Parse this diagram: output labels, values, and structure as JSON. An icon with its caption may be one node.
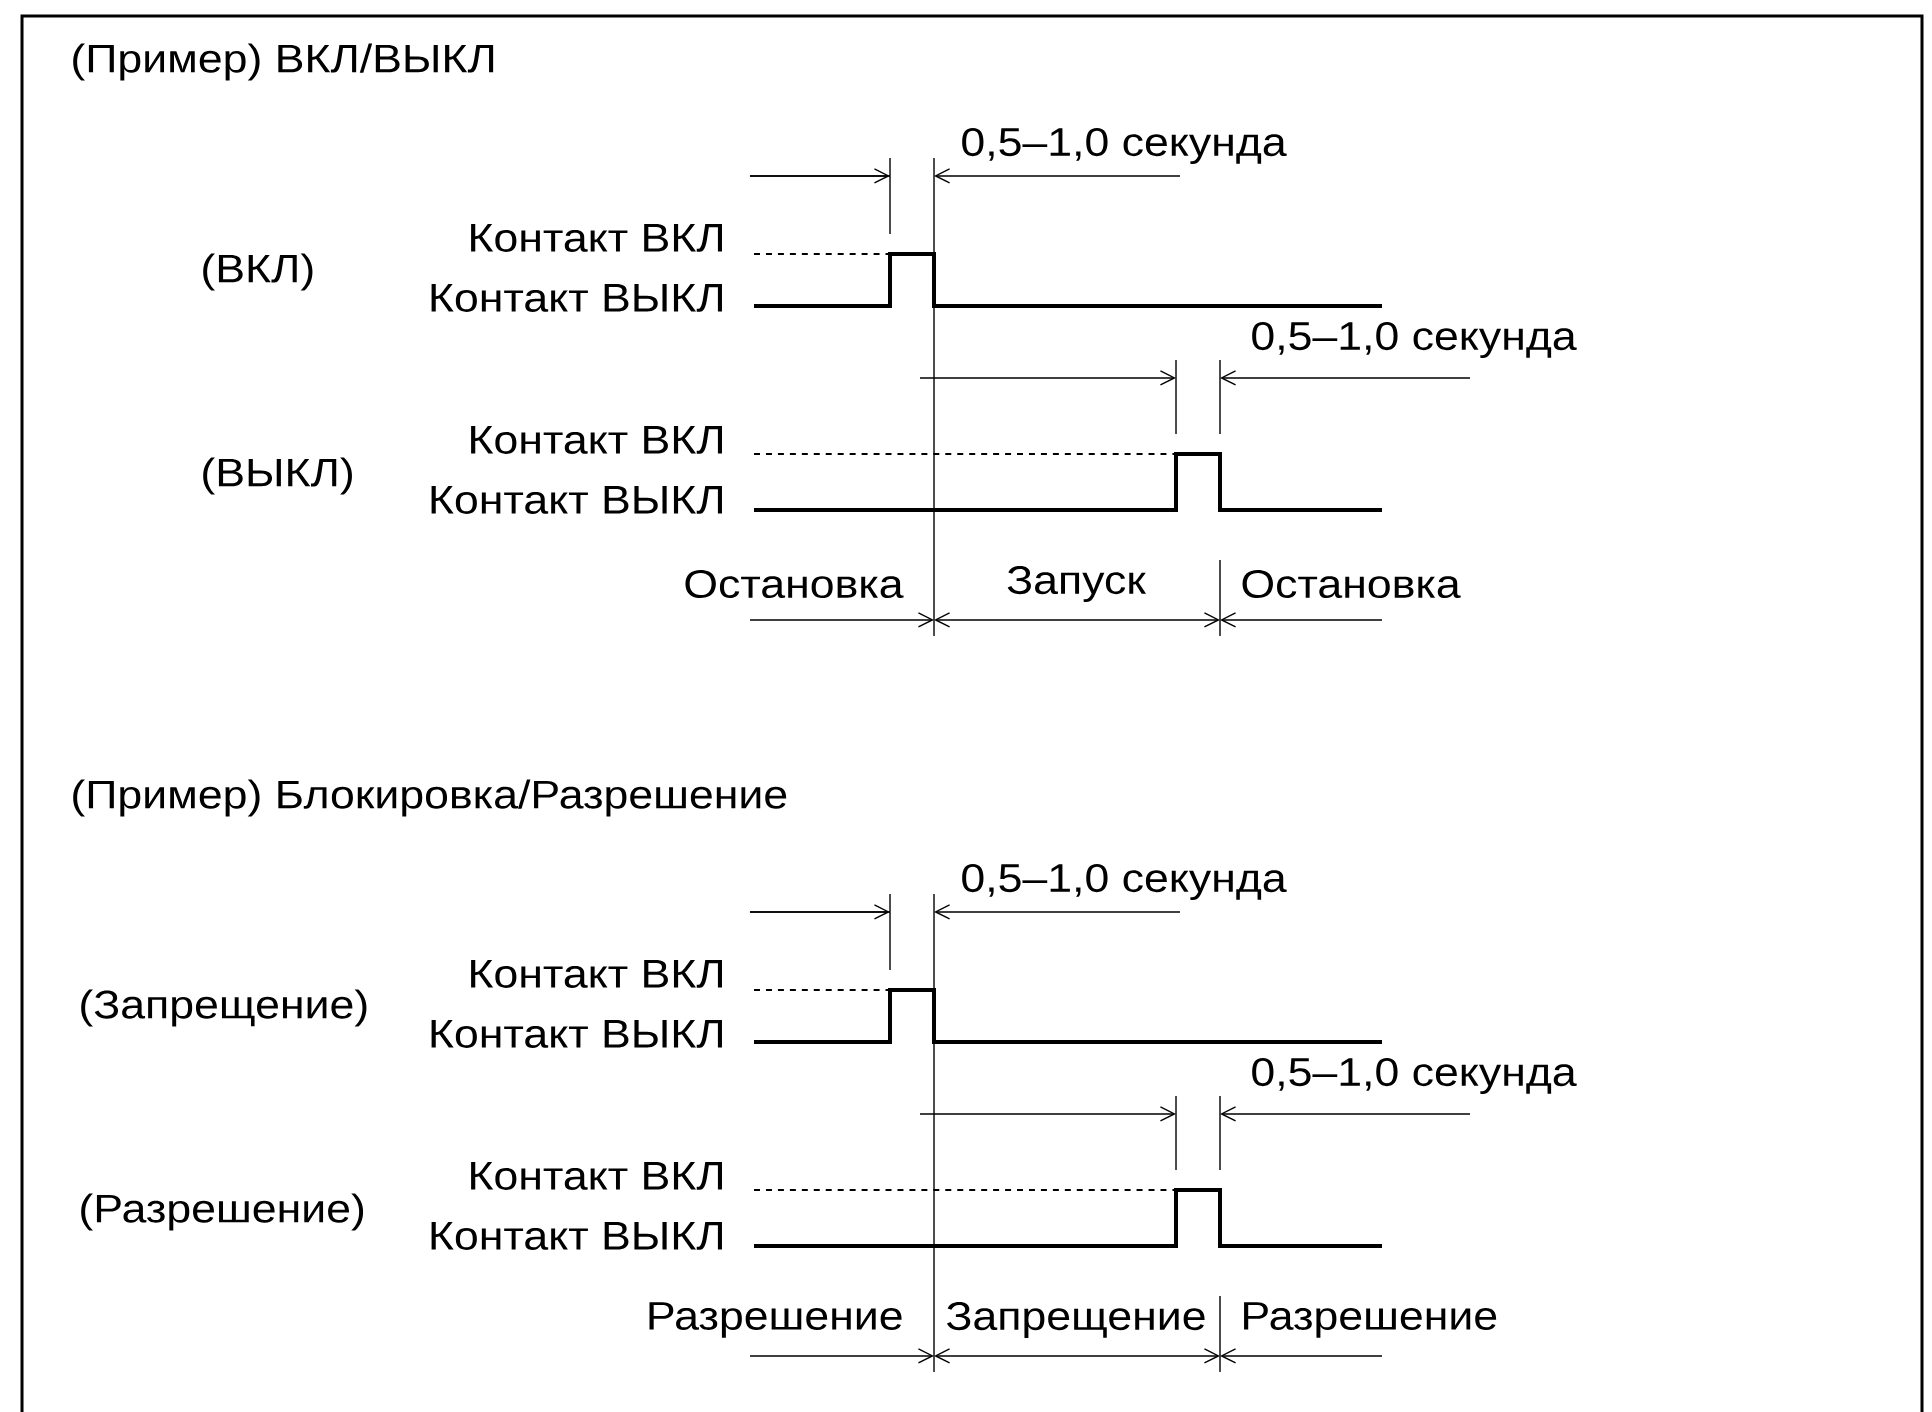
{
  "diagram": {
    "labels": [
      "(Пример) ВКЛ/ВЫКЛ",
      "0,5–1,0 секунда",
      "(ВКЛ)",
      "Контакт ВКЛ",
      "Контакт ВЫКЛ",
      "0,5–1,0 секунда",
      "(ВЫКЛ)",
      "Контакт ВКЛ",
      "Контакт ВЫКЛ",
      "Остановка",
      "Запуск",
      "Остановка",
      "(Пример) Блокировка/Разрешение",
      "0,5–1,0 секунда",
      "(Запрещение)",
      "Контакт ВКЛ",
      "Контакт ВЫКЛ",
      "0,5–1,0 секунда",
      "(Разрешение)",
      "Контакт ВКЛ",
      "Контакт ВЫКЛ",
      "Разрешение",
      "Запрещение",
      "Разрешение"
    ]
  }
}
